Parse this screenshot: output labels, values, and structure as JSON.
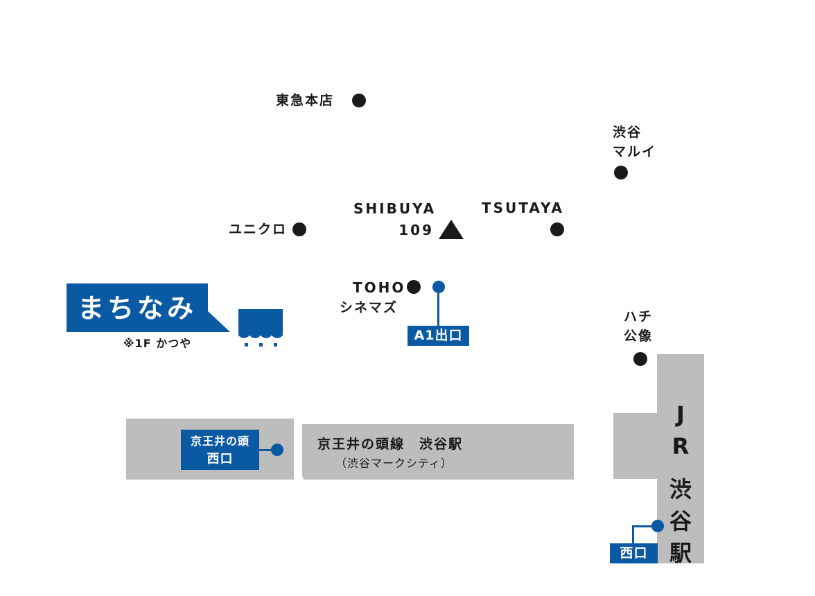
{
  "landmarks": {
    "tokyu_honten": "東急本店",
    "marui_line1": "渋谷",
    "marui_line2": "マルイ",
    "shibuya109_line1": "SHIBUYA",
    "shibuya109_line2": "109",
    "tsutaya": "TSUTAYA",
    "uniqlo": "ユニクロ",
    "toho_line1": "TOHO",
    "toho_line2": "シネマズ",
    "hachiko_line1": "ハチ",
    "hachiko_line2": "公像"
  },
  "exits": {
    "a1": "A1出口",
    "keio_west_line1": "京王井の頭",
    "keio_west_line2": "西口",
    "jr_west": "西口"
  },
  "stations": {
    "keio_name": "京王井の頭線　渋谷駅",
    "keio_sub": "（渋谷マークシティ）",
    "jr_chars": [
      "J",
      "R",
      "",
      "渋",
      "谷",
      "駅"
    ]
  },
  "shop": {
    "name": "まちなみ",
    "note": "※1F かつや"
  },
  "colors": {
    "accent_blue": "#0a5aa3",
    "station_gray": "#bdbdbd",
    "marker_black": "#1a1a1a"
  }
}
